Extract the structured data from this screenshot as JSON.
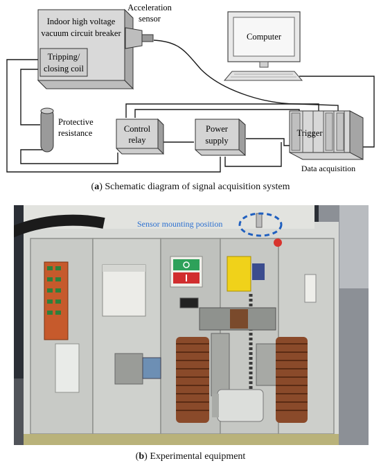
{
  "diagram": {
    "breaker_label_line1": "Indoor high voltage",
    "breaker_label_line2": "vacuum circuit breaker",
    "coil_label_line1": "Tripping/",
    "coil_label_line2": "closing coil",
    "accel_label_line1": "Acceleration",
    "accel_label_line2": "sensor",
    "computer_label": "Computer",
    "resistance_label_line1": "Protective",
    "resistance_label_line2": "resistance",
    "control_relay_line1": "Control",
    "control_relay_line2": "relay",
    "power_supply_line1": "Power",
    "power_supply_line2": "supply",
    "trigger_label": "Trigger",
    "daq_label": "Data acquisition"
  },
  "caption_a": {
    "marker": "a",
    "text": "Schematic diagram of signal acquisition system"
  },
  "photo": {
    "sensor_label": "Sensor mounting position"
  },
  "caption_b": {
    "marker": "b",
    "text": "Experimental equipment"
  }
}
